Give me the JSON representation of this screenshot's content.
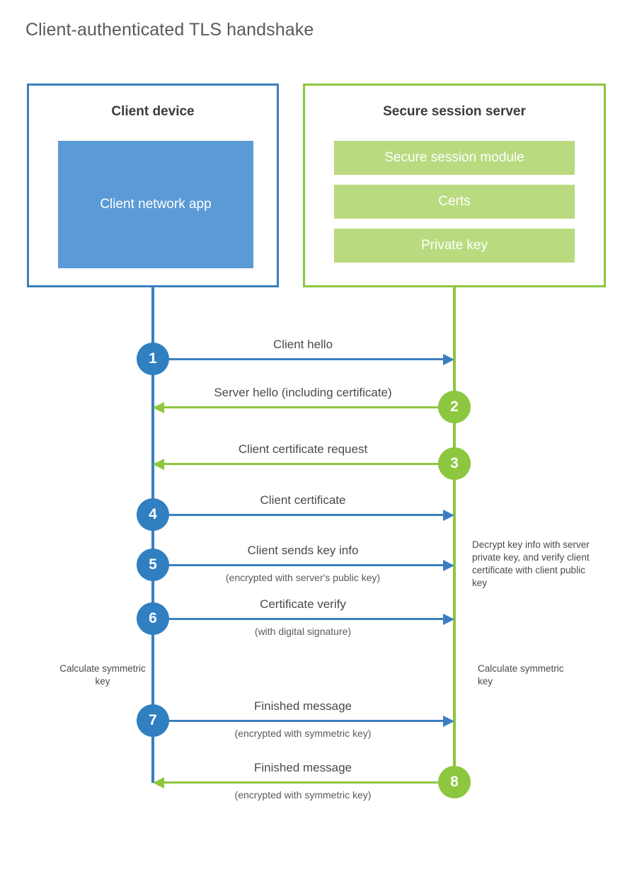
{
  "title": "Client-authenticated TLS handshake",
  "colors": {
    "client_border": "#3C7EBF",
    "client_fill": "#5B9BD5",
    "client_circle": "#2F7FC1",
    "server_border": "#8DC63F",
    "server_fill": "#BADA80",
    "server_circle": "#8DC63F",
    "text": "#4a4a4a",
    "background": "#FFFFFF"
  },
  "client": {
    "title": "Client device",
    "app_label": "Client network app"
  },
  "server": {
    "title": "Secure session server",
    "components": [
      "Secure session module",
      "Certs",
      "Private key"
    ]
  },
  "messages": [
    {
      "step": "1",
      "label": "Client hello",
      "sublabel": "",
      "direction": "client-to-server",
      "circle_side": "client"
    },
    {
      "step": "2",
      "label": "Server hello (including certificate)",
      "sublabel": "",
      "direction": "server-to-client",
      "circle_side": "server"
    },
    {
      "step": "3",
      "label": "Client certificate request",
      "sublabel": "",
      "direction": "server-to-client",
      "circle_side": "server"
    },
    {
      "step": "4",
      "label": "Client certificate",
      "sublabel": "",
      "direction": "client-to-server",
      "circle_side": "client"
    },
    {
      "step": "5",
      "label": "Client sends key info",
      "sublabel": "(encrypted with server's public key)",
      "direction": "client-to-server",
      "circle_side": "client"
    },
    {
      "step": "6",
      "label": "Certificate verify",
      "sublabel": "(with digital signature)",
      "direction": "client-to-server",
      "circle_side": "client"
    },
    {
      "step": "7",
      "label": "Finished message",
      "sublabel": "(encrypted with symmetric key)",
      "direction": "client-to-server",
      "circle_side": "client"
    },
    {
      "step": "8",
      "label": "Finished message",
      "sublabel": "(encrypted with symmetric key)",
      "direction": "server-to-client",
      "circle_side": "server"
    }
  ],
  "annotations": {
    "server_decrypt": "Decrypt key info with server private key, and verify client certificate with client public key",
    "client_calculate": "Calculate symmetric key",
    "server_calculate": "Calculate symmetric key"
  }
}
